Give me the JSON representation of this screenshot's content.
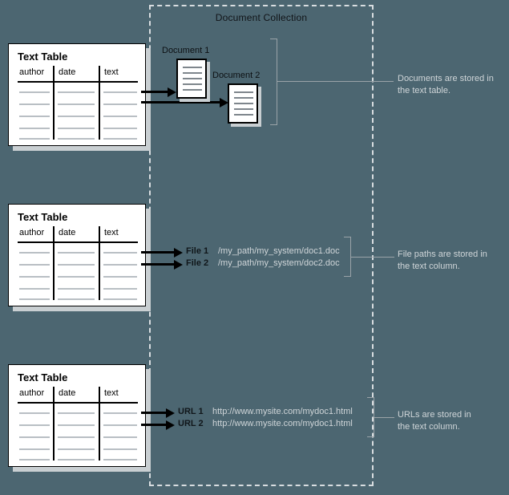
{
  "collection": {
    "title": "Document Collection"
  },
  "tables": [
    {
      "title": "Text Table",
      "columns": [
        "author",
        "date",
        "text"
      ],
      "row_count": 5
    },
    {
      "title": "Text Table",
      "columns": [
        "author",
        "date",
        "text"
      ],
      "row_count": 5
    },
    {
      "title": "Text Table",
      "columns": [
        "author",
        "date",
        "text"
      ],
      "row_count": 5
    }
  ],
  "documents": [
    {
      "label": "Document 1"
    },
    {
      "label": "Document 2"
    }
  ],
  "files": [
    {
      "label": "File 1",
      "path": "/my_path/my_system/doc1.doc"
    },
    {
      "label": "File 2",
      "path": "/my_path/my_system/doc2.doc"
    }
  ],
  "urls": [
    {
      "label": "URL 1",
      "url": "http://www.mysite.com/mydoc1.html"
    },
    {
      "label": "URL 2",
      "url": "http://www.mysite.com/mydoc1.html"
    }
  ],
  "notes": {
    "documents": "Documents are stored in\nthe text table.",
    "files": "File paths are stored in\nthe text column.",
    "urls": "URLs are stored in\nthe text column."
  },
  "colors": {
    "background": "#4c6671",
    "sheet": "#ffffff",
    "ink": "#000000",
    "note_text": "#cfd5d8",
    "dashed_border": "#d8dde0",
    "rule_gray": "#b9bfc4"
  }
}
